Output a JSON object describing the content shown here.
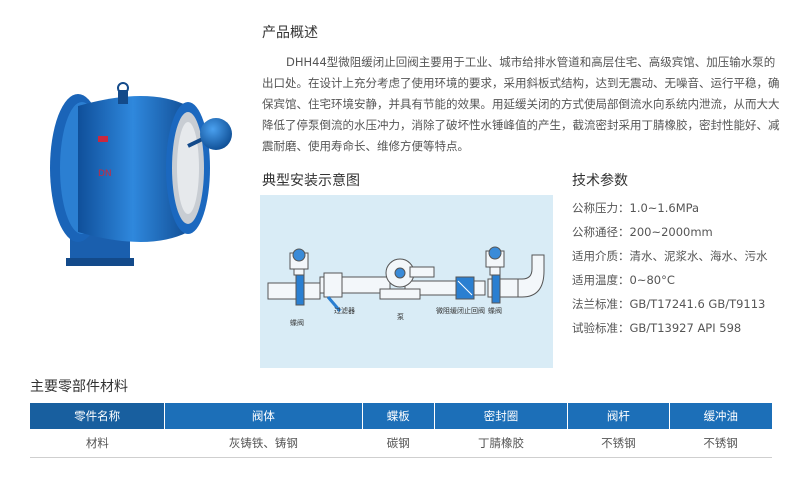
{
  "overview": {
    "heading": "产品概述",
    "text": "DHH44型微阻缓闭止回阀主要用于工业、城市给排水管道和高层住宅、高级宾馆、加压输水泵的出口处。在设计上充分考虑了使用环境的要求，采用斜板式结构，达到无震动、无噪音、运行平稳，确保宾馆、住宅环境安静，并具有节能的效果。用延缓关闭的方式使局部倒流水向系统内泄流，从而大大降低了停泵倒流的水压冲力，消除了破坏性水锤峰值的产生，截流密封采用丁腈橡胶，密封性能好、减震耐磨、使用寿命长、维修方便等特点。"
  },
  "install": {
    "heading": "典型安装示意图",
    "labels": [
      "蝶阀",
      "过滤器",
      "泵",
      "微阻缓闭止回阀",
      "蝶阀"
    ]
  },
  "tech": {
    "heading": "技术参数",
    "rows": [
      {
        "k": "公称压力：",
        "v": "1.0~1.6MPa"
      },
      {
        "k": "公称通径：",
        "v": "200~2000mm"
      },
      {
        "k": "适用介质：",
        "v": "清水、泥浆水、海水、污水"
      },
      {
        "k": "适用温度：",
        "v": "0~80°C"
      },
      {
        "k": "法兰标准：",
        "v": "GB/T17241.6 GB/T9113"
      },
      {
        "k": "试验标准：",
        "v": "GB/T13927  API 598"
      }
    ]
  },
  "materials": {
    "heading": "主要零部件材料",
    "header": [
      "零件名称",
      "阀体",
      "蝶板",
      "密封圈",
      "阀杆",
      "缓冲油"
    ],
    "row": [
      "材料",
      "灰铸铁、铸钢",
      "碳钢",
      "丁腈橡胶",
      "不锈钢",
      "不锈钢"
    ]
  },
  "colors": {
    "table_header": "#1c6fb8",
    "diagram_bg": "#d9ecf6",
    "valve_blue": "#1f6fc4"
  }
}
